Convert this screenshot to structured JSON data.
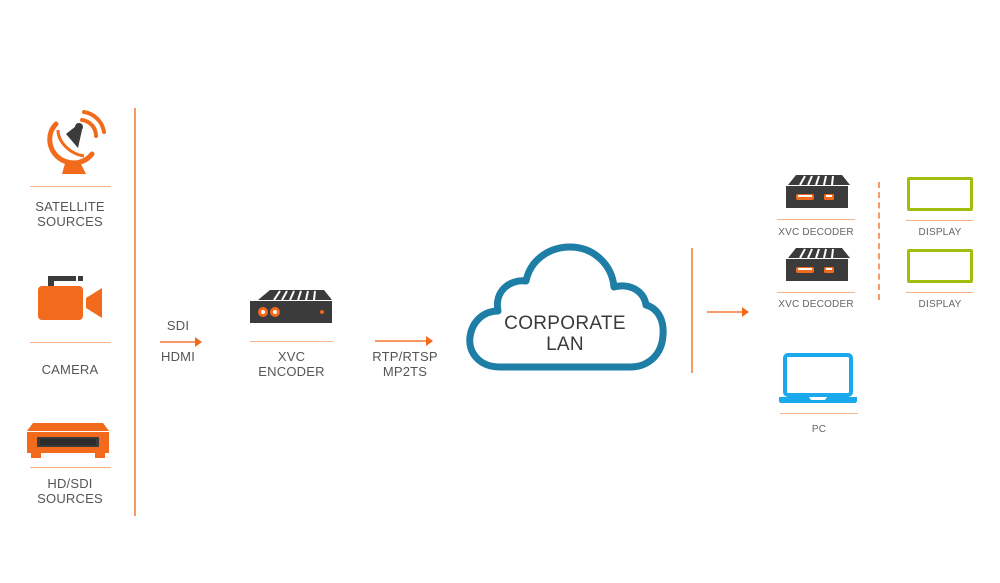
{
  "colors": {
    "accent": "#f26a1b",
    "accent_light": "#f79a63",
    "dark": "#3b3b3b",
    "cloud": "#1f7ea6",
    "display": "#a3bd0f",
    "pc": "#1aa9ec"
  },
  "sources": [
    {
      "icon": "satellite-dish-icon",
      "line1": "SATELLITE",
      "line2": "SOURCES"
    },
    {
      "icon": "video-camera-icon",
      "line1": "CAMERA",
      "line2": ""
    },
    {
      "icon": "hd-sdi-device-icon",
      "line1": "HD/SDI",
      "line2": "SOURCES"
    }
  ],
  "input_link": {
    "top": "SDI",
    "bottom": "HDMI"
  },
  "encoder": {
    "icon": "encoder-box-icon",
    "line1": "XVC",
    "line2": "ENCODER"
  },
  "stream_link": {
    "line1": "RTP/RTSP",
    "line2": "MP2TS"
  },
  "network": {
    "icon": "cloud-icon",
    "line1": "CORPORATE",
    "line2": "LAN"
  },
  "decoders": [
    {
      "icon": "decoder-box-icon",
      "label": "XVC DECODER"
    },
    {
      "icon": "decoder-box-icon",
      "label": "XVC DECODER"
    }
  ],
  "displays": [
    {
      "icon": "display-icon",
      "label": "DISPLAY"
    },
    {
      "icon": "display-icon",
      "label": "DISPLAY"
    }
  ],
  "pc": {
    "icon": "laptop-icon",
    "label": "PC"
  }
}
